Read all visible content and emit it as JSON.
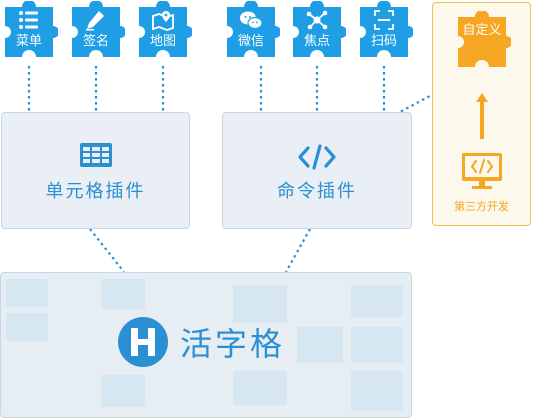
{
  "colors": {
    "primary_blue": "#2b8fd4",
    "puzzle_blue": "#1f9ee6",
    "box_fill": "#e9eff4",
    "box_border": "#c4d9e6",
    "accent_orange": "#f5a623",
    "third_border": "#f0c14b"
  },
  "cell_plugins": {
    "label": "单元格插件",
    "icon": "grid-icon",
    "pieces": [
      {
        "label": "菜单",
        "icon": "list-icon"
      },
      {
        "label": "签名",
        "icon": "pen-icon"
      },
      {
        "label": "地图",
        "icon": "map-icon"
      }
    ]
  },
  "command_plugins": {
    "label": "命令插件",
    "icon": "code-icon",
    "pieces": [
      {
        "label": "微信",
        "icon": "wechat-icon"
      },
      {
        "label": "焦点",
        "icon": "share-nodes-icon"
      },
      {
        "label": "扫码",
        "icon": "scan-icon"
      }
    ]
  },
  "third_party": {
    "piece_label": "自定义",
    "label": "第三方开发",
    "icon": "monitor-code-icon"
  },
  "platform": {
    "logo_letter": "H",
    "name": "活字格"
  }
}
